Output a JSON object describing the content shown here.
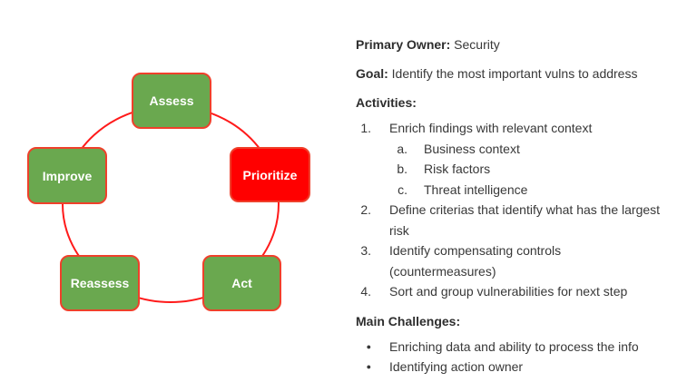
{
  "diagram": {
    "ring_color": "#ff1a1a",
    "node_border_color": "#ef402b",
    "node_label_color": "#ffffff",
    "nodes": [
      {
        "label": "Assess",
        "fill": "#6aa84f"
      },
      {
        "label": "Prioritize",
        "fill": "#ff0000"
      },
      {
        "label": "Act",
        "fill": "#6aa84f"
      },
      {
        "label": "Reassess",
        "fill": "#6aa84f"
      },
      {
        "label": "Improve",
        "fill": "#6aa84f"
      }
    ]
  },
  "panel": {
    "primary_owner": {
      "label": "Primary Owner:",
      "value": " Security"
    },
    "goal": {
      "label": "Goal:",
      "value": " Identify the most important vulns to address"
    },
    "activities": {
      "heading": "Activities:",
      "items": [
        {
          "marker": "1.",
          "text": "Enrich findings with relevant context"
        },
        {
          "marker": "2.",
          "text": "Define criterias that identify what has the largest risk"
        },
        {
          "marker": "3.",
          "text": "Identify compensating controls (countermeasures)"
        },
        {
          "marker": "4.",
          "text": "Sort and group vulnerabilities for next step"
        }
      ],
      "sub_items": [
        {
          "marker": "a.",
          "text": "Business context"
        },
        {
          "marker": "b.",
          "text": "Risk factors"
        },
        {
          "marker": "c.",
          "text": "Threat intelligence"
        }
      ]
    },
    "main_challenges": {
      "heading": "Main Challenges:",
      "bullet_glyph": "●",
      "items": [
        {
          "text": "Enriching data and ability to process the info"
        },
        {
          "text": "Identifying action owner"
        }
      ]
    }
  }
}
